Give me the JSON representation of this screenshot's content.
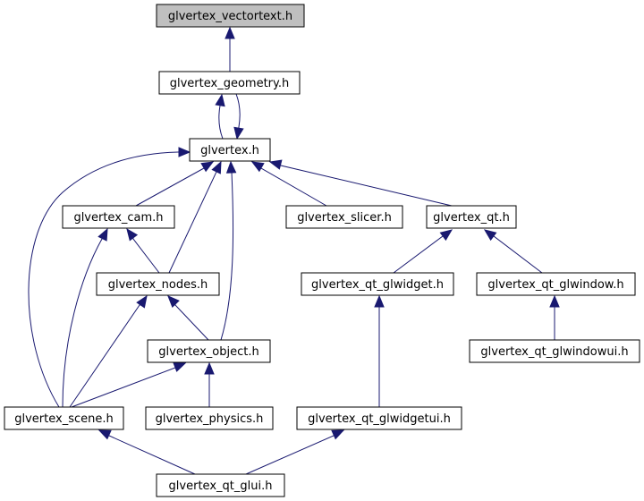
{
  "colors": {
    "edge": "#191970",
    "highlight_fill": "#bfbfbf",
    "node_fill": "#ffffff",
    "node_stroke": "#000000"
  },
  "nodes": [
    {
      "id": "vectortext",
      "label": "glvertex_vectortext.h",
      "highlight": true
    },
    {
      "id": "geometry",
      "label": "glvertex_geometry.h"
    },
    {
      "id": "glvertex",
      "label": "glvertex.h"
    },
    {
      "id": "cam",
      "label": "glvertex_cam.h"
    },
    {
      "id": "slicer",
      "label": "glvertex_slicer.h"
    },
    {
      "id": "qt",
      "label": "glvertex_qt.h"
    },
    {
      "id": "nodes",
      "label": "glvertex_nodes.h"
    },
    {
      "id": "qt_glwidget",
      "label": "glvertex_qt_glwidget.h"
    },
    {
      "id": "qt_glwindow",
      "label": "glvertex_qt_glwindow.h"
    },
    {
      "id": "object",
      "label": "glvertex_object.h"
    },
    {
      "id": "qt_glwindowui",
      "label": "glvertex_qt_glwindowui.h"
    },
    {
      "id": "scene",
      "label": "glvertex_scene.h"
    },
    {
      "id": "physics",
      "label": "glvertex_physics.h"
    },
    {
      "id": "qt_glwidgetui",
      "label": "glvertex_qt_glwidgetui.h"
    },
    {
      "id": "qt_glui",
      "label": "glvertex_qt_glui.h"
    }
  ],
  "edges": [
    {
      "from": "geometry",
      "to": "vectortext"
    },
    {
      "from": "glvertex",
      "to": "geometry"
    },
    {
      "from": "geometry",
      "to": "glvertex"
    },
    {
      "from": "cam",
      "to": "glvertex"
    },
    {
      "from": "nodes",
      "to": "glvertex"
    },
    {
      "from": "object",
      "to": "glvertex"
    },
    {
      "from": "scene",
      "to": "glvertex"
    },
    {
      "from": "slicer",
      "to": "glvertex"
    },
    {
      "from": "qt",
      "to": "glvertex"
    },
    {
      "from": "nodes",
      "to": "cam"
    },
    {
      "from": "scene",
      "to": "cam"
    },
    {
      "from": "object",
      "to": "nodes"
    },
    {
      "from": "scene",
      "to": "nodes"
    },
    {
      "from": "scene",
      "to": "object"
    },
    {
      "from": "physics",
      "to": "object"
    },
    {
      "from": "qt_glwidget",
      "to": "qt"
    },
    {
      "from": "qt_glwindow",
      "to": "qt"
    },
    {
      "from": "qt_glwidgetui",
      "to": "qt_glwidget"
    },
    {
      "from": "qt_glwindowui",
      "to": "qt_glwindow"
    },
    {
      "from": "qt_glui",
      "to": "scene"
    },
    {
      "from": "qt_glui",
      "to": "qt_glwidgetui"
    }
  ]
}
